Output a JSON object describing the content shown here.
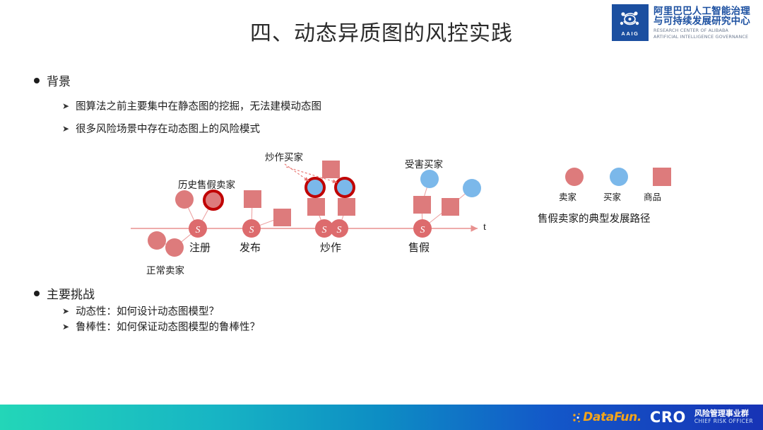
{
  "header": {
    "logo_badge_text": "AAIG",
    "logo_title_line1": "阿里巴巴人工智能治理",
    "logo_title_line2": "与可持续发展研究中心",
    "logo_subtitle_line1": "RESEARCH CENTER OF ALIBABA",
    "logo_subtitle_line2": "ARTIFICIAL INTELLIGENCE GOVERNANCE",
    "brand_color": "#1b4fa0"
  },
  "title": "四、动态异质图的风控实践",
  "sections": [
    {
      "heading": "背景",
      "items": [
        "图算法之前主要集中在静态图的挖掘，无法建模动态图",
        "很多风险场景中存在动态图上的风险模式"
      ]
    },
    {
      "heading": "主要挑战",
      "items": [
        "动态性：如何设计动态图模型？",
        "鲁棒性：如何保证动态图模型的鲁棒性？"
      ]
    }
  ],
  "diagram": {
    "axis_label": "t",
    "annotations": [
      {
        "text": "历史售假卖家"
      },
      {
        "text": "炒作买家"
      },
      {
        "text": "受害买家"
      },
      {
        "text": "正常卖家"
      }
    ],
    "stages": [
      "注册",
      "发布",
      "炒作",
      "售假"
    ],
    "stage_node_letter": "S",
    "legend": {
      "items": [
        {
          "label": "卖家",
          "shape": "circle",
          "color": "#d9696b"
        },
        {
          "label": "买家",
          "shape": "circle",
          "color": "#7bb8ea"
        },
        {
          "label": "商品",
          "shape": "square",
          "color": "#d9696b"
        }
      ],
      "caption": "售假卖家的典型发展路径"
    },
    "colors": {
      "seller": "#d9696b",
      "buyer": "#7bb8ea",
      "product": "#d9696b",
      "edge": "#eda3a3",
      "axis": "#e8918f",
      "highlight_ring": "#c00000"
    }
  },
  "footer": {
    "datafun": "DataFun.",
    "cro": "CRO",
    "cro_cn": "风险管理事业群",
    "cro_en": "CHIEF RISK OFFICER",
    "gradient_start": "#23d6b8",
    "gradient_end": "#1733b5"
  }
}
